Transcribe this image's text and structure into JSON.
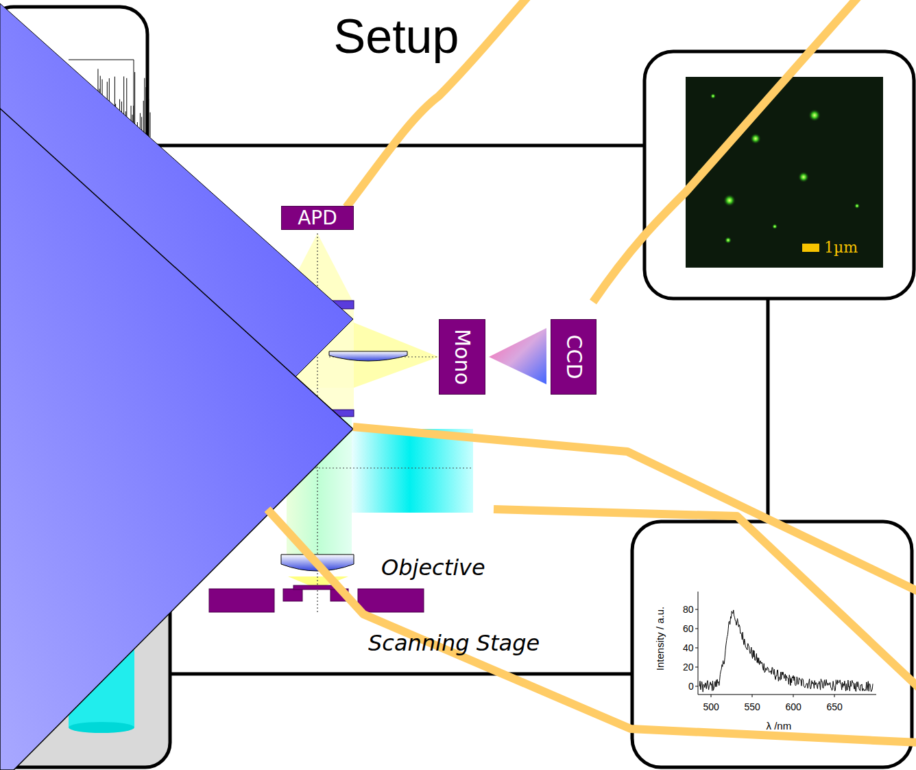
{
  "diagram": {
    "title": "Setup",
    "nodes": [
      {
        "text": [
          "APD"
        ]
      },
      {
        "text": [
          "Mono"
        ]
      },
      {
        "text": [
          "CCD"
        ]
      }
    ],
    "labels": [
      "1µm",
      "Objective",
      "Scanning Stage",
      "Intensity / a.u.",
      "80",
      "60",
      "40",
      "20",
      "0",
      "500",
      "550",
      "600",
      "650",
      "λ /nm"
    ]
  }
}
